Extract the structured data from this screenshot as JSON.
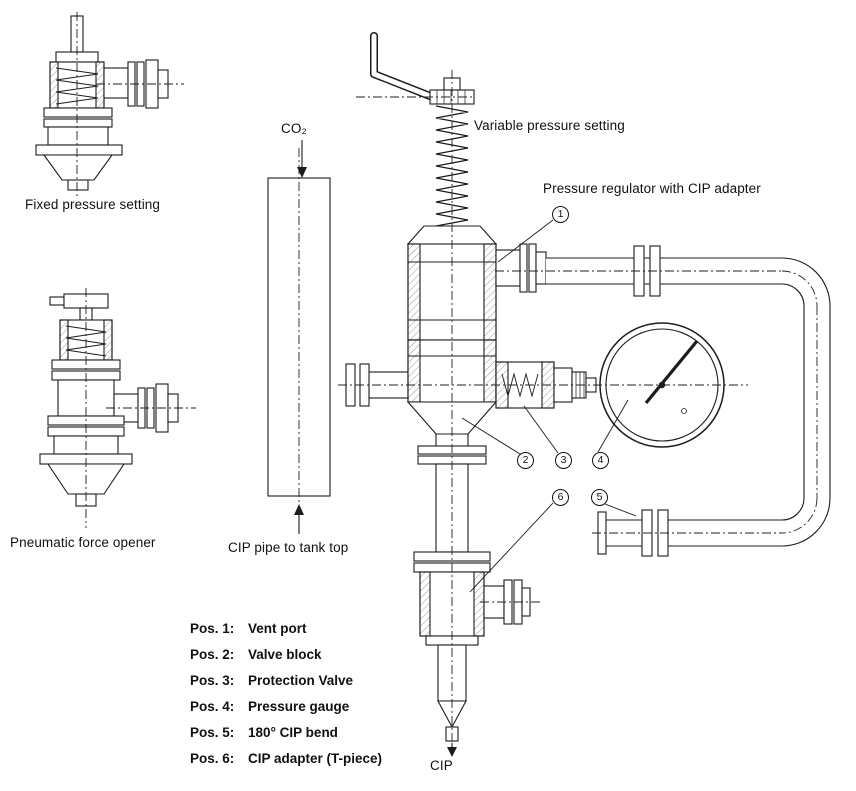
{
  "style": {
    "ink": "#1c1c1c",
    "background": "#ffffff"
  },
  "labels": {
    "fixed_pressure": "Fixed pressure setting",
    "pneumatic_force": "Pneumatic force opener",
    "co2": "CO₂",
    "variable_pressure": "Variable pressure setting",
    "pressure_regulator": "Pressure regulator with CIP adapter",
    "cip_pipe": "CIP pipe to tank top",
    "cip": "CIP"
  },
  "callouts": [
    "1",
    "2",
    "3",
    "4",
    "5",
    "6"
  ],
  "parts_list": [
    {
      "pos": "Pos. 1:",
      "desc": "Vent port"
    },
    {
      "pos": "Pos. 2:",
      "desc": "Valve block"
    },
    {
      "pos": "Pos. 3:",
      "desc": "Protection Valve"
    },
    {
      "pos": "Pos. 4:",
      "desc": "Pressure gauge"
    },
    {
      "pos": "Pos. 5:",
      "desc": "180° CIP bend"
    },
    {
      "pos": "Pos. 6:",
      "desc": "CIP adapter (T-piece)"
    }
  ]
}
